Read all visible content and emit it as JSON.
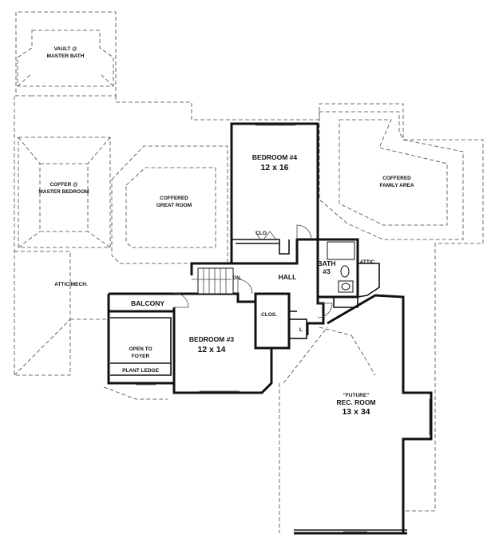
{
  "rooms": {
    "vault_master_bath": [
      "VAULT @",
      "MASTER BATH"
    ],
    "coffer_master_bedroom": [
      "COFFER @",
      "MASTER BEDROOM"
    ],
    "coffered_great_room": [
      "COFFERED",
      "GREAT ROOM"
    ],
    "bedroom4": {
      "name": "BEDROOM #4",
      "size": "12 x 16"
    },
    "coffered_family_area": [
      "COFFERED",
      "FAMILY AREA"
    ],
    "closet_bed4": "CLO.",
    "bath3": [
      "BATH",
      "#3"
    ],
    "attic": "ATTIC",
    "hall": "HALL",
    "stair_dn": "DN.",
    "attic_mech": "ATTIC/MECH.",
    "balcony": "BALCONY",
    "closet_bed3": "CLOS.",
    "linen": "L",
    "bedroom3": {
      "name": "BEDROOM #3",
      "size": "12 x 14"
    },
    "open_to_foyer": [
      "OPEN TO",
      "FOYER"
    ],
    "plant_ledge": "PLANT LEDGE",
    "rec_room": {
      "note": "\"FUTURE\"",
      "name": "REC. ROOM",
      "size": "13 x 34"
    }
  }
}
